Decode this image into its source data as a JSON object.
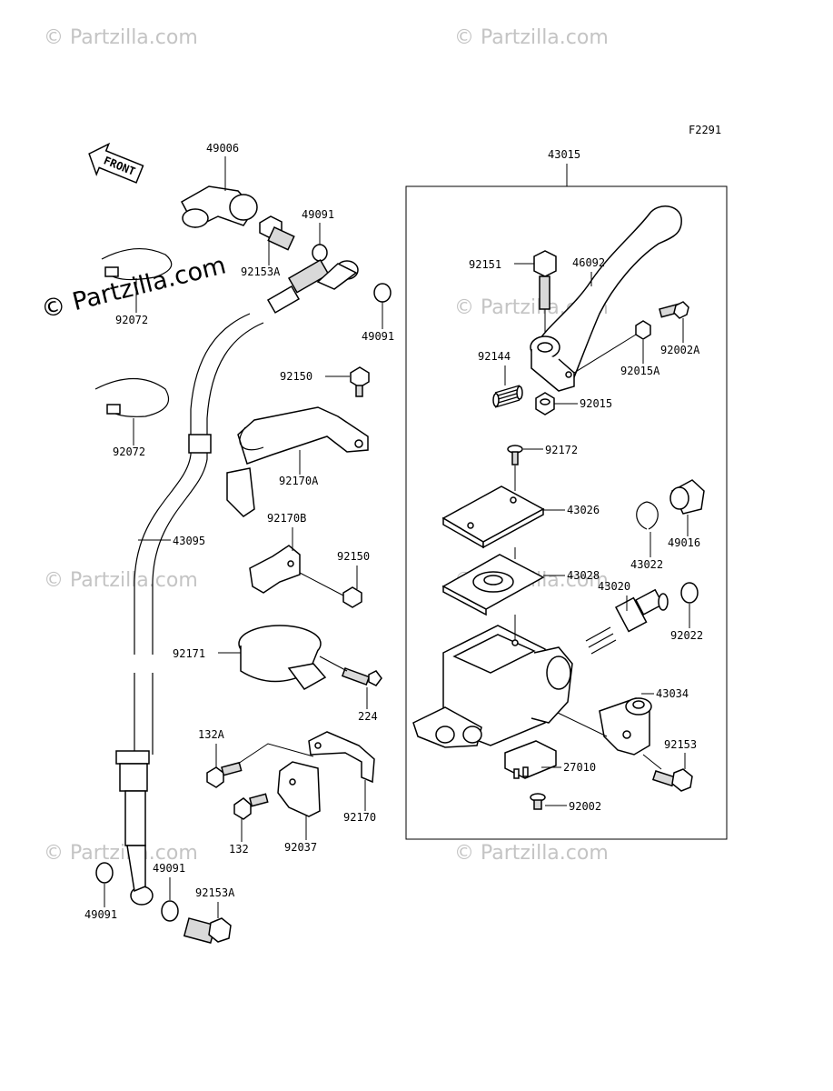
{
  "figure_code": "F2291",
  "watermark_text": "© Partzilla.com",
  "front_label": "FRONT",
  "assembly_label": "43015",
  "parts": {
    "p49006": "49006",
    "p49091_top": "49091",
    "p92153A_top": "92153A",
    "p92072_top": "92072",
    "p49091_right": "49091",
    "p92150_top": "92150",
    "p92072_mid": "92072",
    "p92170A": "92170A",
    "p92170B": "92170B",
    "p43095": "43095",
    "p92150_mid": "92150",
    "p92171": "92171",
    "p224": "224",
    "p132A": "132A",
    "p92170": "92170",
    "p132": "132",
    "p92037": "92037",
    "p49091_bl": "49091",
    "p49091_bm": "49091",
    "p92153A_bot": "92153A",
    "p92151": "92151",
    "p46092": "46092",
    "p92002A": "92002A",
    "p92144": "92144",
    "p92015A": "92015A",
    "p92015": "92015",
    "p92172": "92172",
    "p43026": "43026",
    "p49016": "49016",
    "p43022": "43022",
    "p43028": "43028",
    "p43020": "43020",
    "p92022": "92022",
    "p43034": "43034",
    "p92153": "92153",
    "p27010": "27010",
    "p92002": "92002"
  }
}
